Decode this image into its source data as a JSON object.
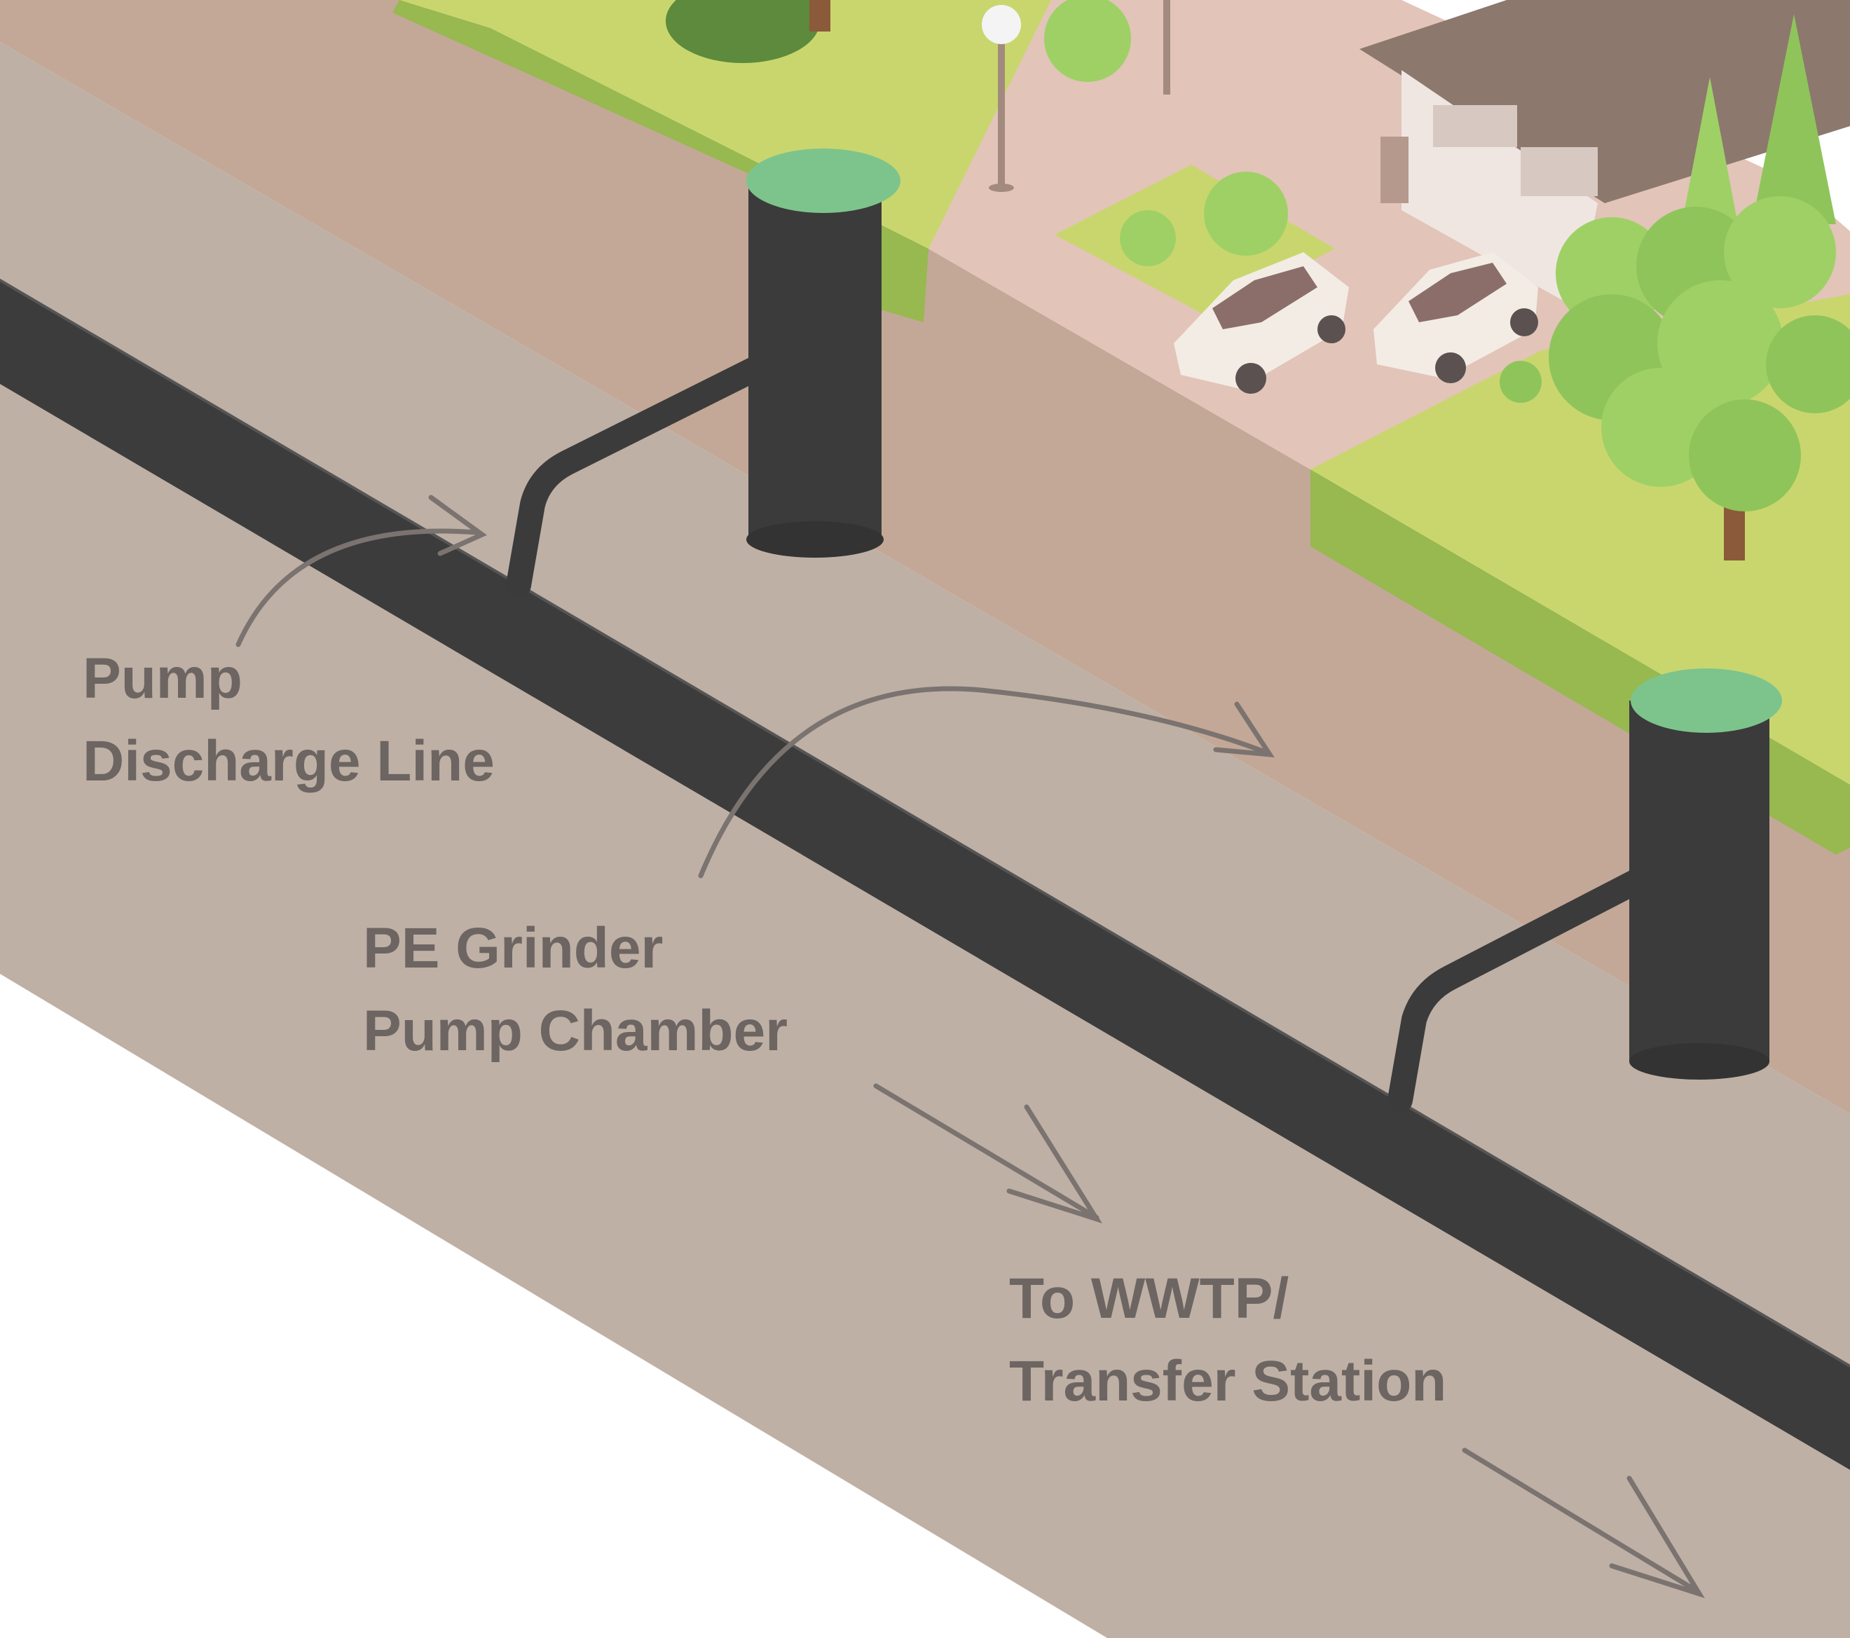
{
  "labels": {
    "discharge": {
      "line1": "Pump",
      "line2": "Discharge Line"
    },
    "chamber": {
      "line1": "PE Grinder",
      "line2": "Pump Chamber"
    },
    "destination": {
      "line1": "To WWTP/",
      "line2": "Transfer Station"
    }
  },
  "colors": {
    "soil_front": "#bfb0a5",
    "soil_top": "#c3a897",
    "main_pipe": "#3c3c3c",
    "chamber_body": "#3b3b3b",
    "chamber_lid": "#7dc48c",
    "grass_light": "#c9d66e",
    "grass_dark": "#98b850",
    "driveway": "#e2c4b8",
    "tree": "#8fc45a",
    "arrow": "#7b7370",
    "label_text": "#6d6562"
  },
  "icons": [
    "flow-arrow-icon",
    "car-icon",
    "tree-icon",
    "lamp-post-icon",
    "house-icon"
  ]
}
